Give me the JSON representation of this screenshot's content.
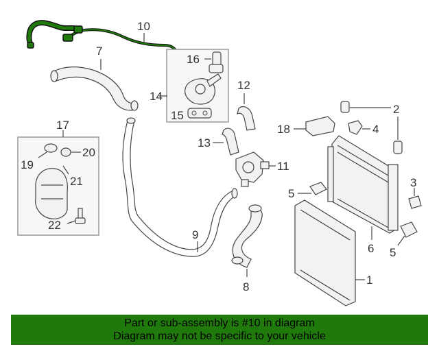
{
  "callouts": {
    "c1": "1",
    "c2": "2",
    "c3": "3",
    "c4": "4",
    "c5a": "5",
    "c5b": "5",
    "c6": "6",
    "c7": "7",
    "c8": "8",
    "c9": "9",
    "c10": "10",
    "c11": "11",
    "c12": "12",
    "c13": "13",
    "c14": "14",
    "c15": "15",
    "c16": "16",
    "c17": "17",
    "c18": "18",
    "c19": "19",
    "c20": "20",
    "c21": "21",
    "c22": "22"
  },
  "highlight_color": "#1f7a0b",
  "banner": {
    "line1": "Part or sub-assembly is #10 in diagram",
    "line2": "Diagram may not be specific to your vehicle"
  }
}
